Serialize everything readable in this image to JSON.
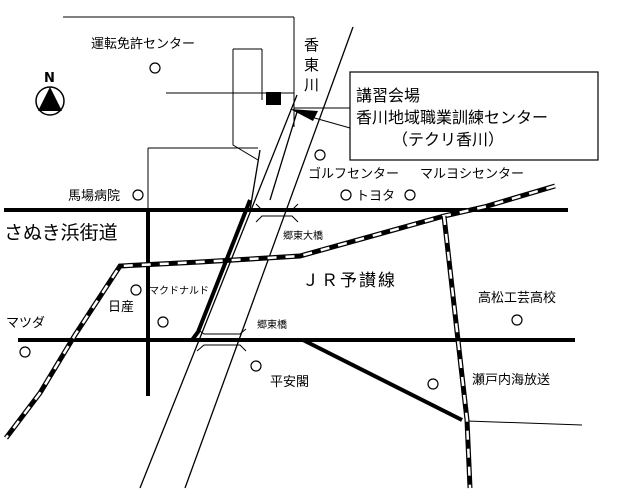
{
  "north": {
    "letter": "N"
  },
  "river": {
    "name_chars": [
      "香",
      "東",
      "川"
    ]
  },
  "roads": {
    "main_road": "さぬき浜街道"
  },
  "railway": {
    "name": "ＪＲ予讃線"
  },
  "bridges": {
    "upper": "郷東大橋",
    "lower": "郷東橋"
  },
  "callout": {
    "line1": "講習会場",
    "line2": "香川地域職業訓練センター",
    "line3": "（テクリ香川）"
  },
  "landmarks": {
    "license_center": "運転免許センター",
    "golf_center": "ゴルフセンター",
    "baba_hospital": "馬場病院",
    "toyota": "トヨタ",
    "maruyoshi": "マルヨシセンター",
    "mcdonalds": "マクドナルド",
    "nissan": "日産",
    "mazda": "マツダ",
    "heiankaku": "平安閣",
    "takamatsu_kogei": "高松工芸高校",
    "setouchi_broadcast": "瀬戸内海放送"
  },
  "colors": {
    "ink": "#000000",
    "paper": "#ffffff"
  }
}
